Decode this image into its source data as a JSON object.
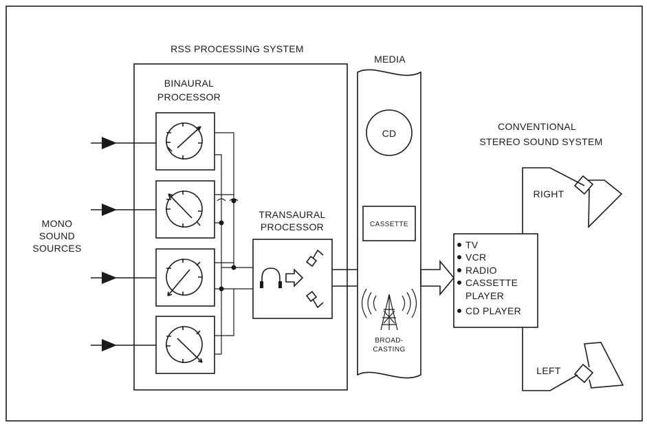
{
  "rss_system": {
    "title": "RSS PROCESSING SYSTEM"
  },
  "binaural": {
    "line1": "BINAURAL",
    "line2": "PROCESSOR"
  },
  "transaural": {
    "line1": "TRANSAURAL",
    "line2": "PROCESSOR"
  },
  "mono": {
    "line1": "MONO",
    "line2": "SOUND",
    "line3": "SOURCES"
  },
  "media": {
    "title": "MEDIA",
    "cd": "CD",
    "cassette": "CASSETTE",
    "broadcast_line1": "BROAD-",
    "broadcast_line2": "CASTING"
  },
  "stereo": {
    "line1": "CONVENTIONAL",
    "line2": "STEREO SOUND SYSTEM",
    "right": "RIGHT",
    "left": "LEFT",
    "devices": {
      "tv": "TV",
      "vcr": "VCR",
      "radio": "RADIO",
      "cassette_1": "CASSETTE",
      "cassette_2": "PLAYER",
      "cd": "CD PLAYER"
    }
  }
}
